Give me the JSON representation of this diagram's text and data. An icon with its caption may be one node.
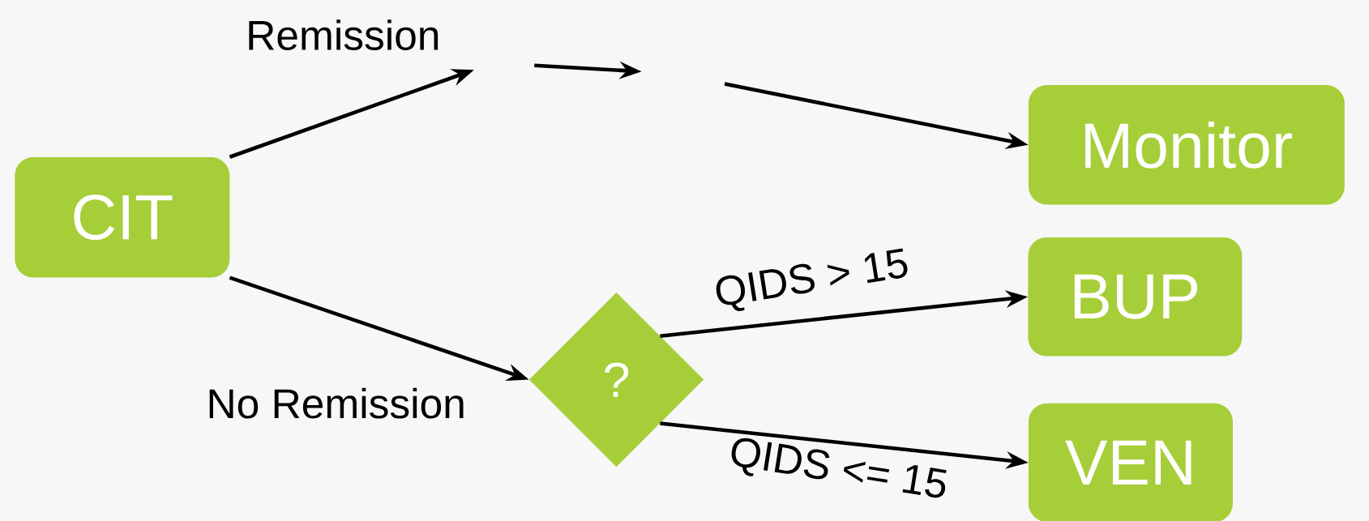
{
  "diagram": {
    "nodes": [
      {
        "text": [
          "CIT"
        ]
      },
      {
        "text": [
          "Monitor"
        ]
      },
      {
        "text": [
          "BUP"
        ]
      },
      {
        "text": [
          "VEN"
        ]
      },
      {
        "text": [
          "?"
        ]
      }
    ],
    "edges": [
      {
        "from": 0,
        "to": null,
        "arrow": "to",
        "label": "Remission"
      },
      {
        "from": null,
        "to": 1,
        "arrow": "to"
      },
      {
        "from": 0,
        "to": 4,
        "arrow": "to",
        "label": "No Remission"
      },
      {
        "from": 4,
        "to": 2,
        "arrow": "to",
        "label": "QIDS > 15"
      },
      {
        "from": 4,
        "to": 3,
        "arrow": "to",
        "label": "QIDS <= 15"
      }
    ]
  }
}
